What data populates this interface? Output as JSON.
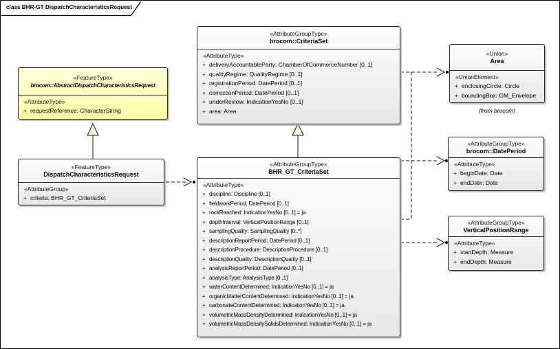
{
  "frame": {
    "title": "class BHR-GT DispatchCharacteristicsRequest"
  },
  "symbols": {
    "plus": "+"
  },
  "colors": {
    "canvas_bg": "#ffffff",
    "frame_border": "#000000",
    "box_border": "#262626",
    "gray_box_top": "#fcfcfc",
    "gray_box_bottom": "#e8e8e8",
    "yellow_box_top": "#ffffd6",
    "yellow_box_bottom": "#ffffa8",
    "generalization_triangle_fill": "#fbf1de"
  },
  "boxes": {
    "abstract_request": {
      "stereotype": "«FeatureType»",
      "name": "brocom::AbstractDispatchCharacteristicsRequest",
      "section_label": "«AttributeType»",
      "attrs": [
        "requestReference: CharacterString"
      ]
    },
    "dispatch_request": {
      "stereotype": "«FeatureType»",
      "name": "DispatchCharacteristicsRequest",
      "section_label": "«AttributeGroup»",
      "attrs": [
        "criteria: BHR_GT_CriteriaSet"
      ]
    },
    "criteria_set": {
      "stereotype": "«AttributeGroupType»",
      "name": "brocom::CriteriaSet",
      "section_label": "«AttributeType»",
      "attrs": [
        "deliveryAccountableParty: ChamberOfCommerceNumber [0..1]",
        "qualityRegime: QualityRegime [0..1]",
        "registrationPeriod: DatePeriod [0..1]",
        "correctionPeriod: DatePeriod [0..1]",
        "underReview: IndicationYesNo [0..1]",
        "area: Area"
      ]
    },
    "bhr_gt_criteria_set": {
      "stereotype": "«AttributeGroupType»",
      "name": "BHR_GT_CriteriaSet",
      "section_label": "«AttributeType»",
      "attrs": [
        "discipline: Discipline [0..1]",
        "fieldworkPeriod: DatePeriod [0..1]",
        "rockReached: IndicationYesNo [0..1] = ja",
        "depthInterval: VerticalPositionRange [0..1]",
        "samplingQuality: SamplingQuality [0..*]",
        "descriptionReportPeriod: DatePeriod [0..1]",
        "descriptionProcedure: DescriptionProcedure [0..1]",
        "descriptionQuality: DescriptionQuality [0..1]",
        "analysisReportPeriod: DatePeriod [0..1]",
        "analysisType: AnalysisType [0..1]",
        "waterContentDetermined: IndicationYesNo [0..1] = ja",
        "organicMatterContentDetermined: IndicationYesNo [0..1] = ja",
        "carbonateContentDetermined: IndicationYesNo [0..1] = ja",
        "volumetricMassDensityDetermined: IndicationYesNo [0..1] = ja",
        "volumetricMassDensitySolidsDetermined: IndicationYesNo [0..1] = ja"
      ]
    },
    "area": {
      "stereotype": "«Union»",
      "name": "Area",
      "section_label": "«UnionElement»",
      "attrs": [
        "enclosingCircle: Circle",
        "boundingBox: GM_Envelope"
      ],
      "note": "(from brocom)"
    },
    "date_period": {
      "stereotype": "«AttributeGroupType»",
      "name": "brocom::DatePeriod",
      "section_label": "«AttributeType»",
      "attrs": [
        "beginDate: Date",
        "endDate: Date"
      ]
    },
    "vertical_position_range": {
      "stereotype": "«AttributeGroupType»",
      "name": "VerticalPositionRange",
      "section_label": "«AttributeType»",
      "attrs": [
        "startDepth: Measure",
        "endDepth: Measure"
      ]
    }
  }
}
